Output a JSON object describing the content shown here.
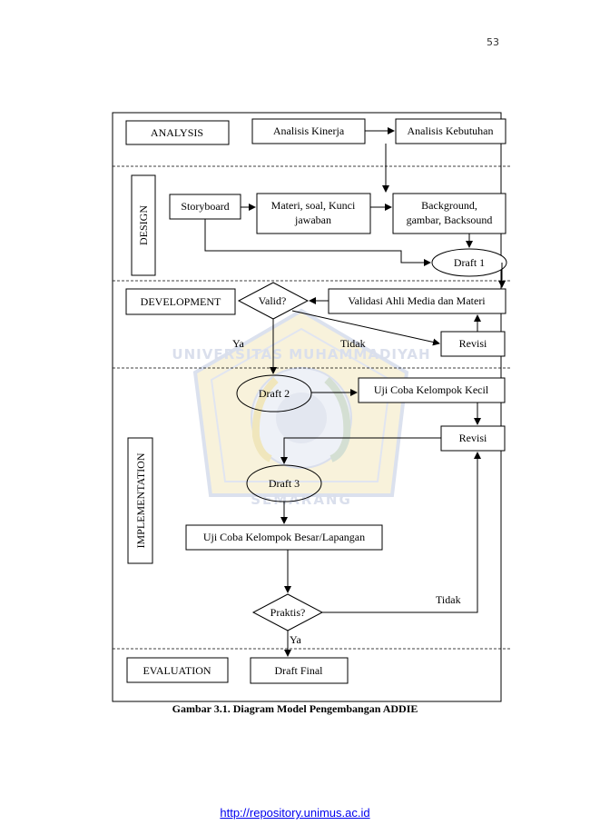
{
  "page_number": "53",
  "watermark": {
    "text_top": "UNIVERSITAS MUHAMMADIYAH",
    "text_bottom": "SEMARANG"
  },
  "phases": {
    "analysis": "ANALYSIS",
    "design": "DESIGN",
    "development": "DEVELOPMENT",
    "implementation": "IMPLEMENTATION",
    "evaluation": "EVALUATION"
  },
  "nodes": {
    "analisis_kinerja": "Analisis Kinerja",
    "analisis_kebutuhan": "Analisis Kebutuhan",
    "storyboard": "Storyboard",
    "materi_line1": "Materi, soal, Kunci",
    "materi_line2": "jawaban",
    "background_line1": "Background,",
    "background_line2": "gambar, Backsound",
    "draft1": "Draft 1",
    "valid": "Valid?",
    "validasi": "Validasi Ahli Media dan Materi",
    "revisi1": "Revisi",
    "draft2": "Draft 2",
    "uji_kecil": "Uji Coba Kelompok Kecil",
    "revisi2": "Revisi",
    "draft3": "Draft 3",
    "uji_besar": "Uji Coba Kelompok Besar/Lapangan",
    "praktis": "Praktis?",
    "draft_final": "Draft Final"
  },
  "edge_labels": {
    "ya1": "Ya",
    "tidak1": "Tidak",
    "tidak2": "Tidak",
    "ya2": "Ya"
  },
  "caption": "Gambar 3.1. Diagram Model Pengembangan ADDIE",
  "footer_link": "http://repository.unimus.ac.id"
}
